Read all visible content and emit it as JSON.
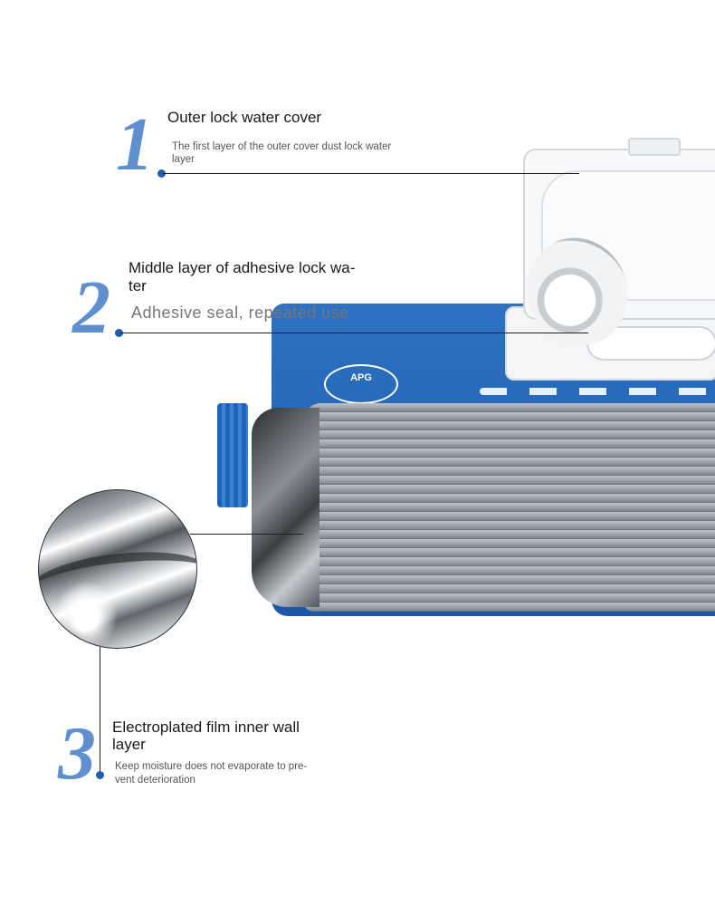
{
  "layers": [
    {
      "number": "1",
      "title": "Outer lock water cover",
      "subtitle": "The first layer of the outer cover dust lock water layer"
    },
    {
      "number": "2",
      "title_line1": "Middle layer of adhesive lock wa-",
      "title_line2": "ter",
      "subtitle": "Adhesive seal, repeated use"
    },
    {
      "number": "3",
      "title_line1": "Electroplated film inner wall",
      "title_line2": "layer",
      "subtitle_line1": "Keep moisture does not evaporate to pre-",
      "subtitle_line2": "vent deterioration"
    }
  ],
  "product": {
    "badge_text": "APG",
    "colors": {
      "accent": "#5f8fcf",
      "package_blue": "#1f5faa",
      "wipes_gray": "#a9afb7"
    },
    "icons": [
      "package-illustration",
      "foil-closeup-illustration"
    ]
  }
}
